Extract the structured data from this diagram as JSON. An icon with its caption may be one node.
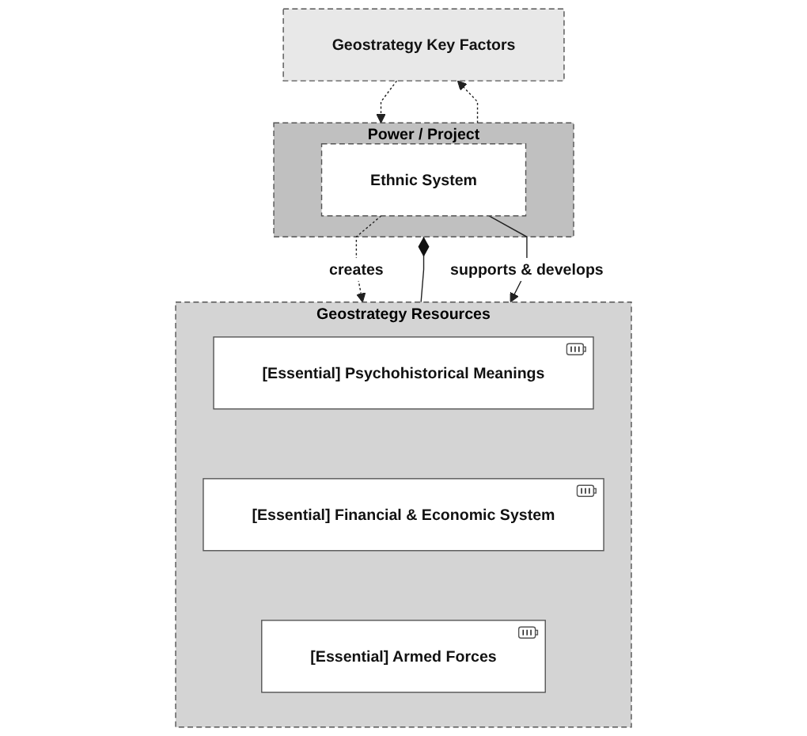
{
  "diagram": {
    "nodes": [
      {
        "text": [
          "Geostrategy Key Factors"
        ]
      },
      {
        "text": [
          "Power / Project"
        ]
      },
      {
        "text": [
          "Ethnic System"
        ],
        "in": 1
      },
      {
        "text": [
          "Geostrategy Resources"
        ]
      },
      {
        "text": [
          "[Essential] Psychohistorical Meanings"
        ],
        "in": 3
      },
      {
        "text": [
          "[Essential] Financial & Economic System"
        ],
        "in": 3
      },
      {
        "text": [
          "[Essential] Armed Forces"
        ],
        "in": 3
      }
    ],
    "edges": [
      {
        "from": 1,
        "to": 0,
        "arrow": "to",
        "style": "dashed"
      },
      {
        "from": 0,
        "to": 1,
        "arrow": "to",
        "style": "dashed"
      },
      {
        "from": 2,
        "to": 3,
        "arrow": "to",
        "style": "dashed",
        "label": "creates"
      },
      {
        "from": 1,
        "to": 3,
        "arrow": "other"
      },
      {
        "from": 2,
        "to": 3,
        "arrow": "to",
        "label": "supports & develops"
      }
    ]
  }
}
